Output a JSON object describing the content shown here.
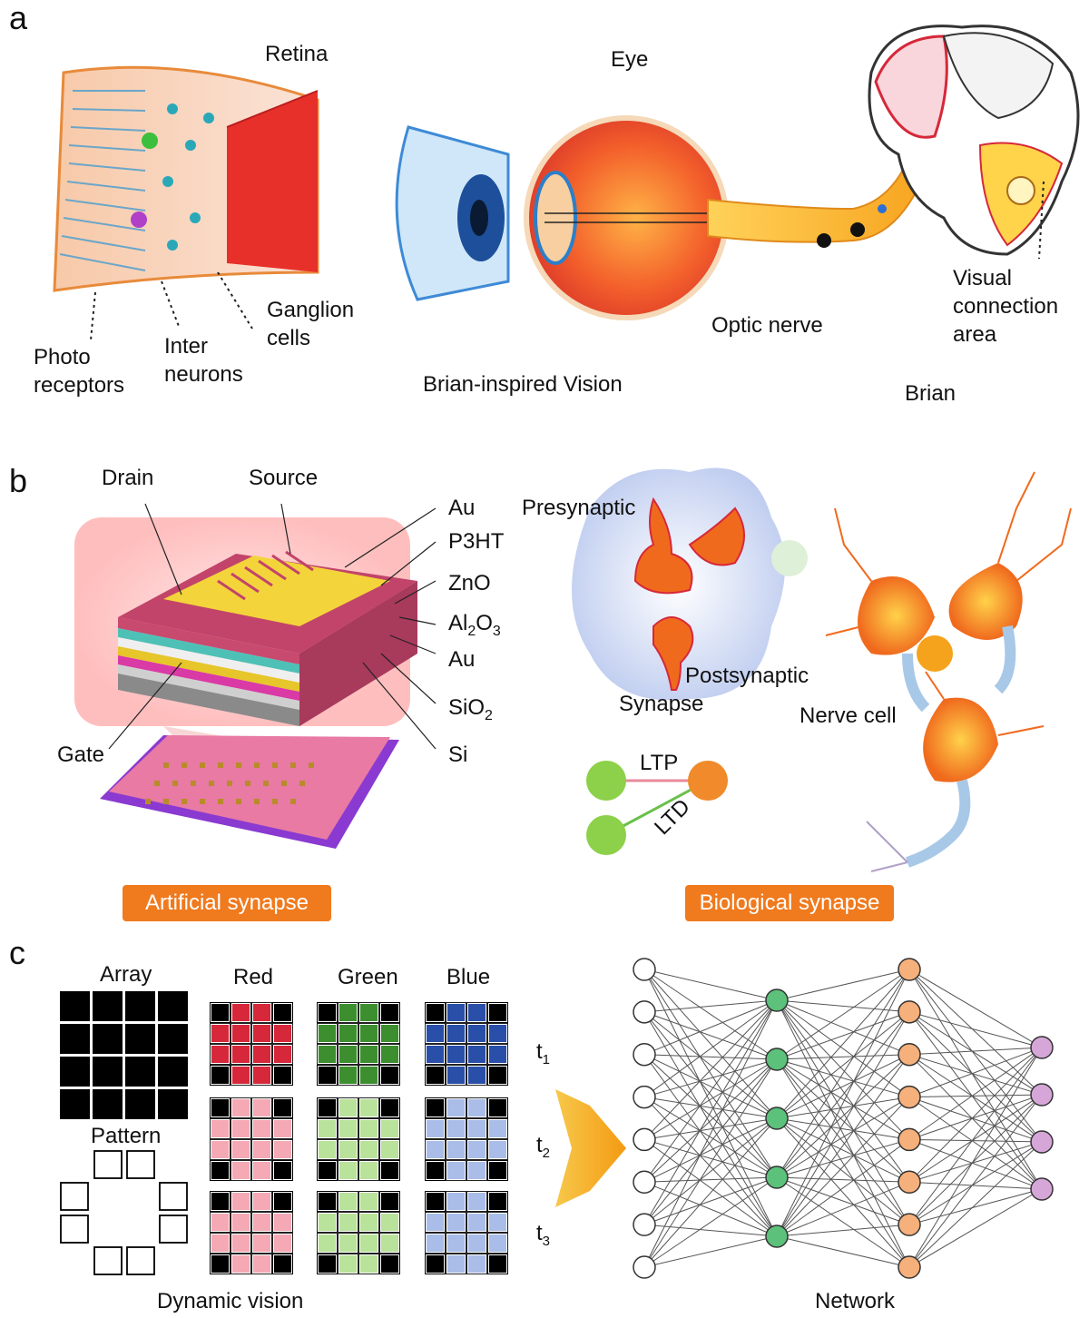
{
  "panels": {
    "a": {
      "letter": "a",
      "retina": "Retina",
      "eye": "Eye",
      "photo_receptors": [
        "Photo",
        "receptors"
      ],
      "inter_neurons": [
        "Inter",
        "neurons"
      ],
      "ganglion_cells": [
        "Ganglion",
        "cells"
      ],
      "vision_caption": "Brian-inspired Vision",
      "optic_nerve": "Optic nerve",
      "visual_area": [
        "Visual",
        "connection",
        "area"
      ],
      "brian": "Brian"
    },
    "b": {
      "letter": "b",
      "drain": "Drain",
      "source": "Source",
      "gate": "Gate",
      "layers": {
        "au_top": "Au",
        "p3ht": "P3HT",
        "zno": "ZnO",
        "al2o3": {
          "base": "Al",
          "sub1": "2",
          "mid": "O",
          "sub2": "3"
        },
        "au_bottom": "Au",
        "sio2": {
          "base": "SiO",
          "sub": "2"
        },
        "si": "Si"
      },
      "presynaptic": "Presynaptic",
      "postsynaptic": "Postsynaptic",
      "synapse": "Synapse",
      "nerve_cell": "Nerve cell",
      "ltp": "LTP",
      "ltd": "LTD",
      "artificial_synapse": "Artificial synapse",
      "biological_synapse": "Biological synapse"
    },
    "c": {
      "letter": "c",
      "array": "Array",
      "pattern": "Pattern",
      "red": "Red",
      "green": "Green",
      "blue": "Blue",
      "t1": {
        "base": "t",
        "sub": "1"
      },
      "t2": {
        "base": "t",
        "sub": "2"
      },
      "t3": {
        "base": "t",
        "sub": "3"
      },
      "dynamic_vision": "Dynamic vision",
      "network": "Network",
      "network_layers": [
        8,
        5,
        8,
        4
      ]
    }
  },
  "colors": {
    "accent_orange": "#f07a1e",
    "red_dark": "#d6283a",
    "red_light": "#f4a9b4",
    "green_dark": "#3c8e2e",
    "green_light": "#b9e29b",
    "blue_dark": "#2a4fa8",
    "blue_light": "#a9bde8",
    "node_green": "#5cc17a",
    "node_orange": "#f6b07c",
    "node_purple": "#d6a6d8"
  }
}
